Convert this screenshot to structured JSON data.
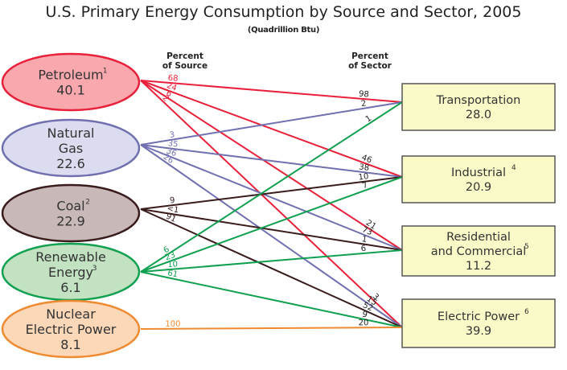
{
  "title": "U.S. Primary Energy Consumption by Source and Sector, 2005",
  "subtitle": "(Quadrillion Btu)",
  "headers": {
    "source_line1": "Percent",
    "source_line2": "of Source",
    "sector_line1": "Percent",
    "sector_line2": "of Sector"
  },
  "sources": [
    {
      "id": "petroleum",
      "label_lines": [
        "Petroleum"
      ],
      "sup": "1",
      "value": "40.1",
      "fill": "#f9a8ae",
      "stroke": "#e8203a",
      "line": "#e8203a"
    },
    {
      "id": "natural-gas",
      "label_lines": [
        "Natural",
        "Gas"
      ],
      "sup": "",
      "value": "22.6",
      "fill": "#dcdcf0",
      "stroke": "#7070b0",
      "line": "#7070b0"
    },
    {
      "id": "coal",
      "label_lines": [
        "Coal"
      ],
      "sup": "2",
      "value": "22.9",
      "fill": "#c8b8b8",
      "stroke": "#3a1c1c",
      "line": "#3a1c1c"
    },
    {
      "id": "renewable",
      "label_lines": [
        "Renewable",
        "Energy"
      ],
      "sup": "3",
      "value": "6.1",
      "fill": "#c2e2c2",
      "stroke": "#10a050",
      "line": "#10a050"
    },
    {
      "id": "nuclear",
      "label_lines": [
        "Nuclear",
        "Electric Power"
      ],
      "sup": "",
      "value": "8.1",
      "fill": "#fcd8b8",
      "stroke": "#f08a30",
      "line": "#f08a30"
    }
  ],
  "sectors": [
    {
      "id": "transportation",
      "label_lines": [
        "Transportation"
      ],
      "sup": "",
      "value": "28.0"
    },
    {
      "id": "industrial",
      "label_lines": [
        "Industrial"
      ],
      "sup": "4",
      "value": "20.9"
    },
    {
      "id": "residential",
      "label_lines": [
        "Residential",
        "and Commercial"
      ],
      "sup": "5",
      "value": "11.2"
    },
    {
      "id": "electric",
      "label_lines": [
        "Electric Power"
      ],
      "sup": "6",
      "value": "39.9"
    }
  ],
  "sector_fill": "#fafac8",
  "sector_stroke": "#555555",
  "flows": [
    {
      "source": 0,
      "target": 0,
      "pct_source": "68",
      "pct_sector": "98"
    },
    {
      "source": 0,
      "target": 1,
      "pct_source": "24",
      "pct_sector": "46"
    },
    {
      "source": 0,
      "target": 2,
      "pct_source": "6",
      "pct_sector": "21"
    },
    {
      "source": 0,
      "target": 3,
      "pct_source": "2",
      "pct_sector": "3"
    },
    {
      "source": 1,
      "target": 0,
      "pct_source": "3",
      "pct_sector": "2"
    },
    {
      "source": 1,
      "target": 1,
      "pct_source": "35",
      "pct_sector": "38"
    },
    {
      "source": 1,
      "target": 2,
      "pct_source": "36",
      "pct_sector": "73"
    },
    {
      "source": 1,
      "target": 3,
      "pct_source": "26",
      "pct_sector": "15"
    },
    {
      "source": 2,
      "target": 1,
      "pct_source": "9",
      "pct_sector": "10"
    },
    {
      "source": 2,
      "target": 2,
      "pct_source": "<1",
      "pct_sector": "1"
    },
    {
      "source": 2,
      "target": 3,
      "pct_source": "91",
      "pct_sector": "52"
    },
    {
      "source": 3,
      "target": 0,
      "pct_source": "6",
      "pct_sector": "1"
    },
    {
      "source": 3,
      "target": 1,
      "pct_source": "23",
      "pct_sector": "7"
    },
    {
      "source": 3,
      "target": 2,
      "pct_source": "10",
      "pct_sector": "6"
    },
    {
      "source": 3,
      "target": 3,
      "pct_source": "61",
      "pct_sector": "9"
    },
    {
      "source": 4,
      "target": 3,
      "pct_source": "100",
      "pct_sector": "20"
    }
  ]
}
